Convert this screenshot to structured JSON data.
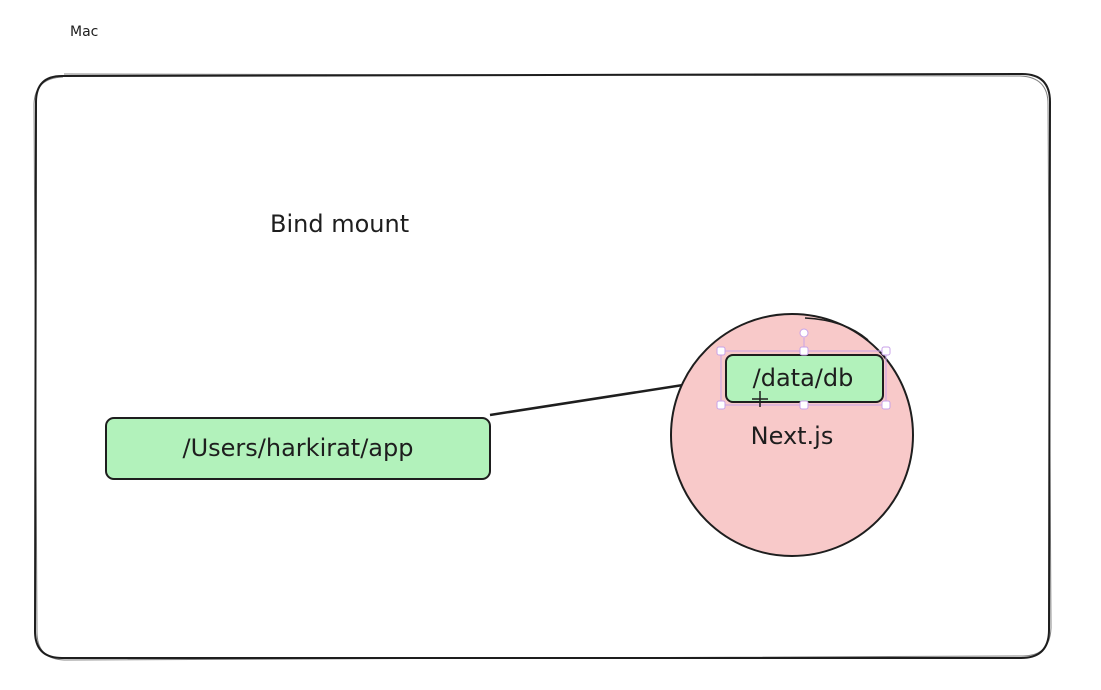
{
  "canvas_label": "Mac",
  "title": "Bind mount",
  "host_path": "/Users/harkirat/app",
  "container_path": "/data/db",
  "container_name": "Next.js",
  "colors": {
    "stroke": "#1e1e1e",
    "green_fill": "#b2f2bb",
    "circle_fill": "#f8c9c9",
    "selection": "#c8a2e8"
  }
}
